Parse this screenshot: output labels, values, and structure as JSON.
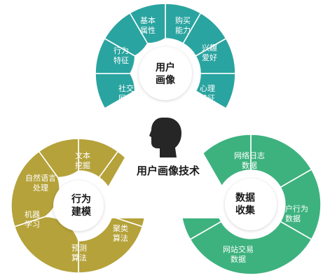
{
  "center": {
    "title": "用户画像技术",
    "icon": "user-head-icon"
  },
  "groups": [
    {
      "id": "portrait",
      "hub": [
        "用户",
        "画像"
      ],
      "color": "#2aa4a0",
      "segments": [
        [
          "基本",
          "属性"
        ],
        [
          "购买",
          "能力"
        ],
        [
          "兴趣",
          "爱好"
        ],
        [
          "心理",
          "特征"
        ],
        [
          "社交",
          "网络"
        ],
        [
          "行为",
          "特征"
        ]
      ]
    },
    {
      "id": "modeling",
      "hub": [
        "行为",
        "建模"
      ],
      "color": "#b5a23a",
      "segments": [
        [
          "文本",
          "挖掘"
        ],
        [
          "自然语言",
          "处理"
        ],
        [
          "机器",
          "学习"
        ],
        [
          "预测",
          "算法"
        ],
        [
          "聚类",
          "算法"
        ]
      ]
    },
    {
      "id": "collection",
      "hub": [
        "数据",
        "收集"
      ],
      "color": "#3db27e",
      "segments": [
        [
          "网络日志",
          "数据"
        ],
        [
          "用户行为",
          "数据"
        ],
        [
          "网站交易",
          "数据"
        ]
      ]
    }
  ],
  "colors": {
    "background": "#ffffff",
    "triangle": "#ffffff",
    "divider": "#ffffff",
    "head": "#262626"
  }
}
